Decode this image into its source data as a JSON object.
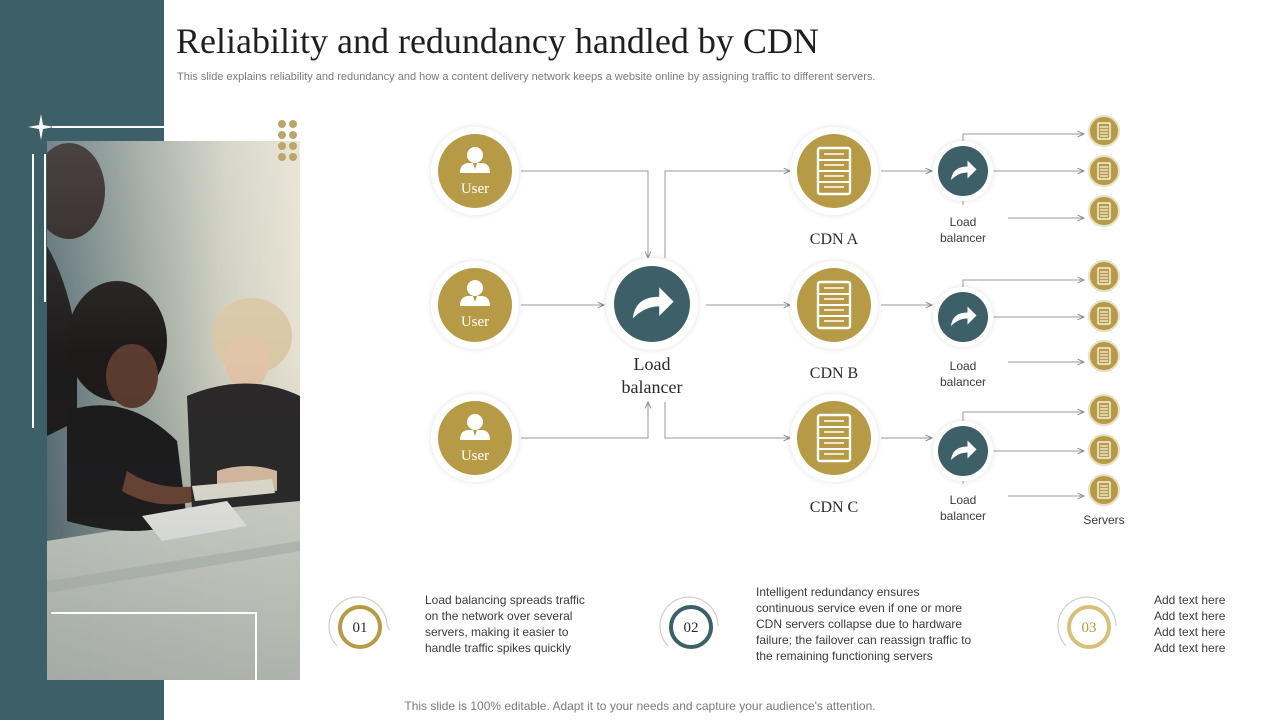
{
  "title": "Reliability and redundancy handled by CDN",
  "subtitle": "This slide explains reliability and redundancy and how a content delivery network keeps a website online by assigning traffic to different servers.",
  "footer": "This slide is 100% editable. Adapt it to your needs and capture your audience's attention.",
  "colors": {
    "gold": "#b79a45",
    "teal": "#3c5f68",
    "arrow": "#9a9a9a"
  },
  "diagram": {
    "users": [
      {
        "label": "User",
        "icon": "user-icon"
      },
      {
        "label": "User",
        "icon": "user-icon"
      },
      {
        "label": "User",
        "icon": "user-icon"
      }
    ],
    "main_balancer": {
      "label_line1": "Load",
      "label_line2": "balancer",
      "icon": "share-arrow-icon"
    },
    "cdns": [
      {
        "label": "CDN A",
        "icon": "server-rack-icon"
      },
      {
        "label": "CDN B",
        "icon": "server-rack-icon"
      },
      {
        "label": "CDN C",
        "icon": "server-rack-icon"
      }
    ],
    "sub_balancers": [
      {
        "label_line1": "Load",
        "label_line2": "balancer",
        "icon": "share-arrow-icon"
      },
      {
        "label_line1": "Load",
        "label_line2": "balancer",
        "icon": "share-arrow-icon"
      },
      {
        "label_line1": "Load",
        "label_line2": "balancer",
        "icon": "share-arrow-icon"
      }
    ],
    "servers_label": "Servers",
    "server_icon": "server-icon"
  },
  "steps": [
    {
      "number": "01",
      "lines": [
        "Load balancing spreads traffic",
        "on the network over  several",
        "servers,  making it easier to",
        "handle traffic spikes quickly"
      ]
    },
    {
      "number": "02",
      "lines": [
        "Intelligent redundancy ensures",
        "continuous service even  if one or more",
        "CDN servers  collapse due to hardware",
        "failure;  the failover  can reassign traffic to",
        "the remaining functioning servers"
      ]
    },
    {
      "number": "03",
      "lines": [
        "Add text here",
        "Add text here",
        "Add text here",
        "Add text here"
      ]
    }
  ]
}
